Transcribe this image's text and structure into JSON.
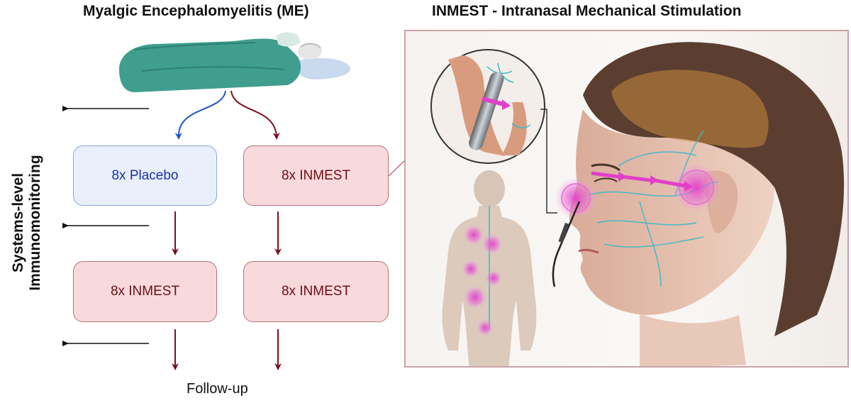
{
  "titles": {
    "left": "Myalgic Encephalomyelitis (ME)",
    "right": "INMEST - Intranasal Mechanical Stimulation"
  },
  "side_label": {
    "line1": "Systems-level",
    "line2": "Immunomonitoring"
  },
  "boxes": {
    "placebo_1": "8x Placebo",
    "inmest_1": "8x INMEST",
    "inmest_2": "8x INMEST",
    "inmest_3": "8x INMEST"
  },
  "followup": "Follow-up",
  "colors": {
    "placebo_fill": "#e9f0fb",
    "placebo_border": "#8ea5dc",
    "placebo_text": "#1b2fae",
    "inmest_fill": "#f8dadd",
    "inmest_border": "#b87279",
    "inmest_text": "#6e0d16",
    "arrow_red": "#7a1020",
    "arrow_blue": "#1f56c8",
    "stimulation_pink": "#e040c8",
    "nerve_cyan": "#36b9c9",
    "panel_border": "#c8a4a8"
  },
  "icons": [
    "patient-in-bed-illustration",
    "nasal-probe-inset",
    "body-organs-illustration",
    "face-profile-illustration"
  ]
}
